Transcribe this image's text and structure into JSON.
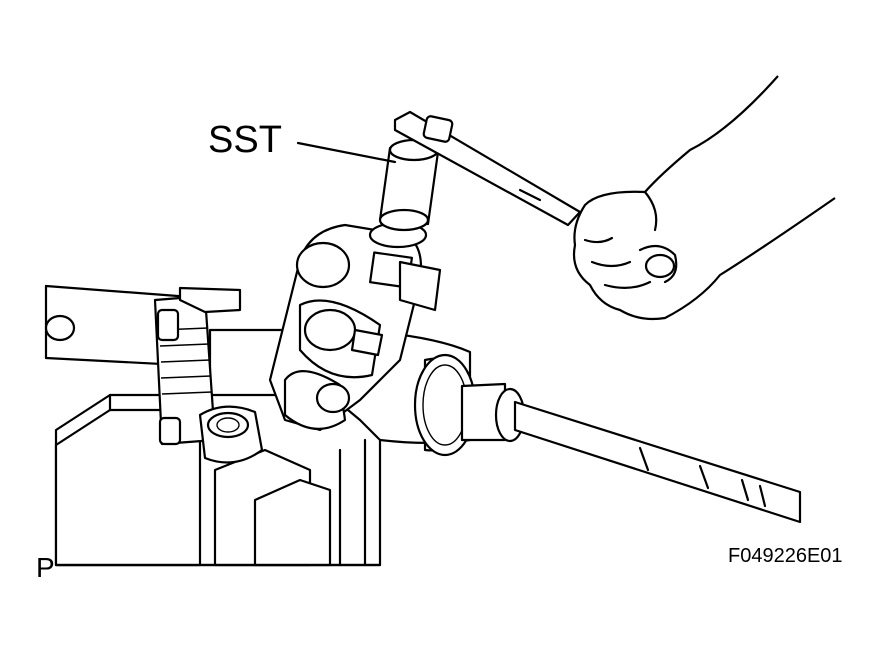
{
  "labels": {
    "tool_label": "SST",
    "corner_mark": "P",
    "figure_code": "F049226E01"
  },
  "colors": {
    "line": "#000000",
    "background": "#ffffff"
  }
}
